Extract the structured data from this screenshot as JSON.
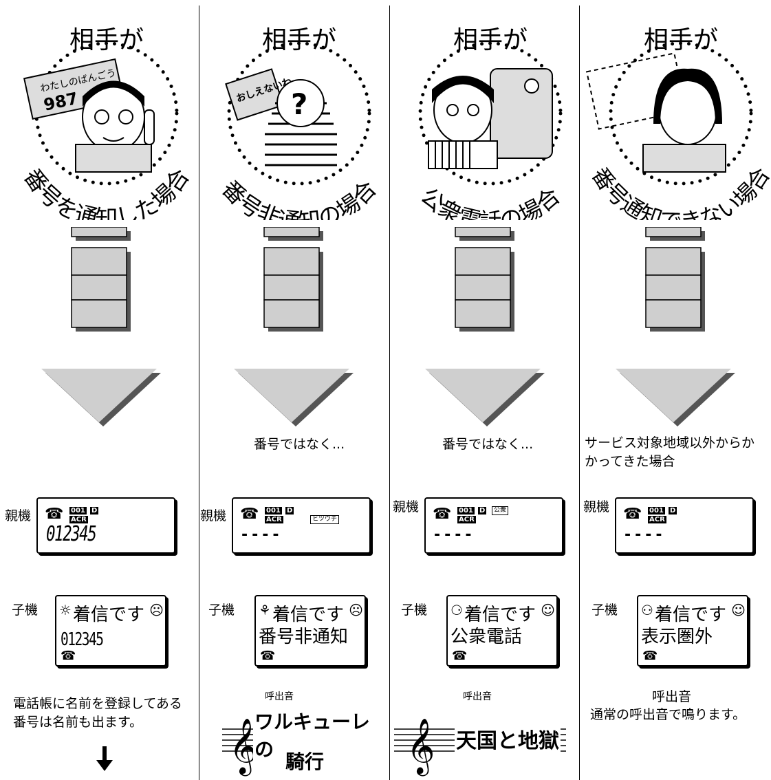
{
  "columns": [
    {
      "top_label": "相手が",
      "arc_label": "番号を通知した場合",
      "scene_text": [
        "わたしのばんごう",
        "987"
      ],
      "note": "",
      "parent_label": "親機",
      "parent_badges": [
        "001",
        "D"
      ],
      "parent_acr": "ACR",
      "parent_extra": "",
      "parent_display": "012345",
      "child_label": "子機",
      "child_line1": "着信です",
      "child_line2": "012345",
      "bottom_caption": "",
      "bottom_text": "電話帳に名前を登録してある番号は名前も出ます。",
      "ringtone_label": "",
      "ringtone_name": []
    },
    {
      "top_label": "相手が",
      "arc_label": "番号非通知の場合",
      "scene_text": [
        "おしえないわ"
      ],
      "note": "番号ではなく...",
      "parent_label": "親機",
      "parent_badges": [
        "001",
        "D"
      ],
      "parent_acr": "ACR",
      "parent_extra": "ヒツウチ",
      "parent_display": "----",
      "child_label": "子機",
      "child_line1": "着信です",
      "child_line2": "番号非通知",
      "bottom_caption": "",
      "bottom_text": "",
      "ringtone_label": "呼出音",
      "ringtone_name": [
        "ワルキューレの",
        "騎行"
      ]
    },
    {
      "top_label": "相手が",
      "arc_label": "公衆電話の場合",
      "scene_text": [],
      "note": "番号ではなく...",
      "parent_label": "親機",
      "parent_badges": [
        "001",
        "D"
      ],
      "parent_acr": "ACR",
      "parent_extra": "公衆",
      "parent_display": "----",
      "child_label": "子機",
      "child_line1": "着信です",
      "child_line2": "公衆電話",
      "bottom_caption": "",
      "bottom_text": "",
      "ringtone_label": "呼出音",
      "ringtone_name": [
        "天国と地獄"
      ]
    },
    {
      "top_label": "相手が",
      "arc_label": "番号通知できない場合",
      "scene_text": [],
      "note": "サービス対象地域以外からかかってきた場合",
      "parent_label": "親機",
      "parent_badges": [
        "001",
        "D"
      ],
      "parent_acr": "ACR",
      "parent_extra": "",
      "parent_display": "----",
      "child_label": "子機",
      "child_line1": "着信です",
      "child_line2": "表示圏外",
      "bottom_caption": "呼出音",
      "bottom_text": "通常の呼出音で鳴ります。",
      "ringtone_label": "",
      "ringtone_name": []
    }
  ],
  "colors": {
    "arrow_fill": "#cfcfcf",
    "arrow_shadow": "#555555"
  }
}
